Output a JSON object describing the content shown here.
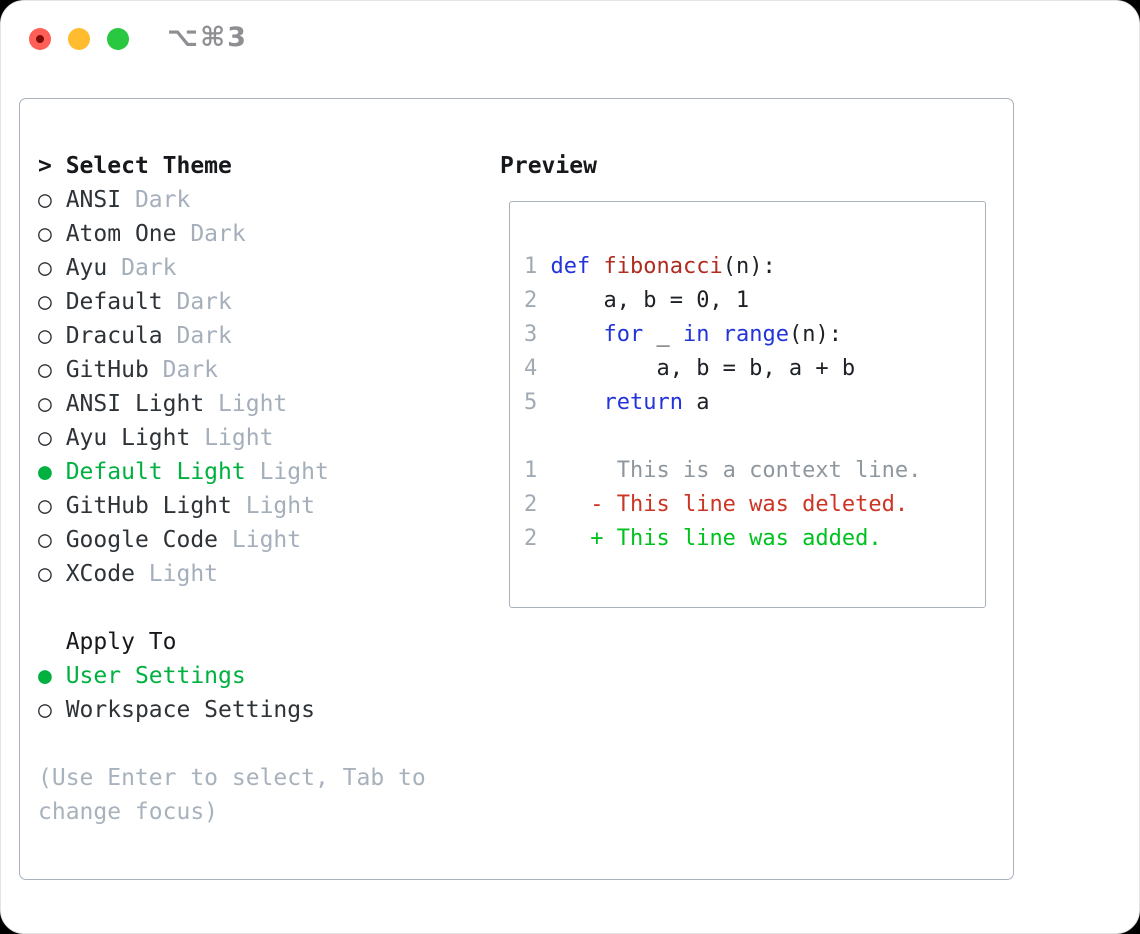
{
  "titlebar": {
    "shortcut": "⌥⌘3",
    "traffic_lights": [
      "close",
      "minimize",
      "zoom"
    ]
  },
  "theme_list": {
    "focus_marker": ">",
    "header": "Select Theme",
    "items": [
      {
        "name": "ANSI",
        "tag": "Dark",
        "selected": false
      },
      {
        "name": "Atom One",
        "tag": "Dark",
        "selected": false
      },
      {
        "name": "Ayu",
        "tag": "Dark",
        "selected": false
      },
      {
        "name": "Default",
        "tag": "Dark",
        "selected": false
      },
      {
        "name": "Dracula",
        "tag": "Dark",
        "selected": false
      },
      {
        "name": "GitHub",
        "tag": "Dark",
        "selected": false
      },
      {
        "name": "ANSI Light",
        "tag": "Light",
        "selected": false
      },
      {
        "name": "Ayu Light",
        "tag": "Light",
        "selected": false
      },
      {
        "name": "Default Light",
        "tag": "Light",
        "selected": true
      },
      {
        "name": "GitHub Light",
        "tag": "Light",
        "selected": false
      },
      {
        "name": "Google Code",
        "tag": "Light",
        "selected": false
      },
      {
        "name": "XCode",
        "tag": "Light",
        "selected": false
      }
    ]
  },
  "apply_to": {
    "header": "Apply To",
    "options": [
      {
        "label": "User Settings",
        "selected": true
      },
      {
        "label": "Workspace Settings",
        "selected": false
      }
    ]
  },
  "help_text": {
    "line1": "(Use Enter to select, Tab to",
    "line2": "change focus)"
  },
  "preview": {
    "title": "Preview",
    "code_lines": [
      {
        "no": "1",
        "segs": [
          [
            "pl",
            " "
          ],
          [
            "kw",
            "def"
          ],
          [
            "pl",
            " "
          ],
          [
            "fn",
            "fibonacci"
          ],
          [
            "pl",
            "(n):"
          ]
        ]
      },
      {
        "no": "2",
        "segs": [
          [
            "pl",
            "     a, b = 0, 1"
          ]
        ]
      },
      {
        "no": "3",
        "segs": [
          [
            "pl",
            "     "
          ],
          [
            "kw",
            "for"
          ],
          [
            "pl",
            " _ "
          ],
          [
            "kw",
            "in"
          ],
          [
            "pl",
            " "
          ],
          [
            "kw",
            "range"
          ],
          [
            "pl",
            "(n):"
          ]
        ]
      },
      {
        "no": "4",
        "segs": [
          [
            "pl",
            "         a, b = b, a + b"
          ]
        ]
      },
      {
        "no": "5",
        "segs": [
          [
            "pl",
            "     "
          ],
          [
            "kw",
            "return"
          ],
          [
            "pl",
            " a"
          ]
        ]
      }
    ],
    "diff_lines": [
      {
        "no": "1",
        "segs": [
          [
            "ctx",
            "      This is a context line."
          ]
        ]
      },
      {
        "no": "2",
        "segs": [
          [
            "pl",
            "    "
          ],
          [
            "del",
            "- This line was deleted."
          ]
        ]
      },
      {
        "no": "2",
        "segs": [
          [
            "pl",
            "    "
          ],
          [
            "add",
            "+ This line was added."
          ]
        ]
      }
    ]
  },
  "colors": {
    "selected-green": "#00b140",
    "keyword-blue": "#2334d8",
    "function-red": "#b02c20",
    "deleted-red": "#cc3424",
    "added-green": "#00c21f",
    "gutter-gray": "#a0aab4",
    "context-gray": "#8f979e",
    "tag-gray": "#a5afbb",
    "help-gray": "#a8b2bd",
    "label-dark": "#2e3338",
    "heading-dark": "#16181b",
    "panel-border": "#a9b2bc",
    "tl-red": "#ff5f57",
    "tl-red-dot": "#7e0d08",
    "tl-yellow": "#febc2e",
    "tl-green": "#28c840",
    "shortcut-gray": "#8e8e93"
  }
}
